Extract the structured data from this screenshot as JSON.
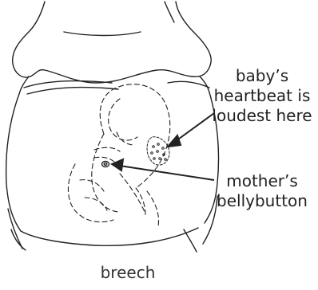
{
  "figure": {
    "caption": "breech",
    "heartbeat_label": {
      "line1": "baby’s",
      "line2": "heartbeat is",
      "line3": "loudest here"
    },
    "bellybutton_label": {
      "line1": "mother’s",
      "line2": "bellybutton"
    }
  },
  "colors": {
    "ink": "#222222",
    "background": "#ffffff"
  }
}
